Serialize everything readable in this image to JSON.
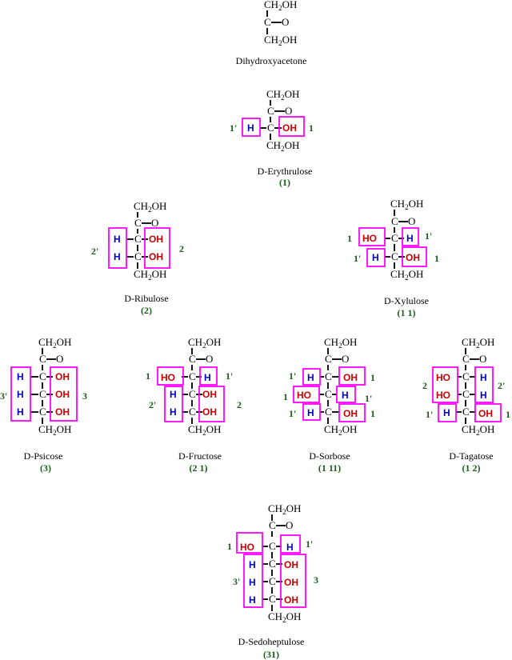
{
  "groups": {
    "ch2oh_prefix": "CH",
    "ch2oh_sub": "2",
    "ch2oh_suffix": "OH",
    "carbon": "C",
    "keto_o": "O",
    "h": "H",
    "oh": "OH",
    "ho": "HO"
  },
  "molecules": [
    {
      "id": "dha",
      "name": "Dihydroxyacetone",
      "code": ""
    },
    {
      "id": "erythrulose",
      "name": "D-Erythrulose",
      "code": "(1)"
    },
    {
      "id": "ribulose",
      "name": "D-Ribulose",
      "code": "(2)"
    },
    {
      "id": "xylulose",
      "name": "D-Xylulose",
      "code": "(1 1)"
    },
    {
      "id": "psicose",
      "name": "D-Psicose",
      "code": "(3)"
    },
    {
      "id": "fructose",
      "name": "D-Fructose",
      "code": "(2 1)"
    },
    {
      "id": "sorbose",
      "name": "D-Sorbose",
      "code": "(1 11)"
    },
    {
      "id": "tagatose",
      "name": "D-Tagatose",
      "code": "(1 2)"
    },
    {
      "id": "sedoheptulose",
      "name": "D-Sedoheptulose",
      "code": "(31)"
    }
  ],
  "group_labels": {
    "one": "1",
    "one_prime": "1'",
    "two": "2",
    "two_prime": "2'",
    "three": "3",
    "three_prime": "3'"
  }
}
